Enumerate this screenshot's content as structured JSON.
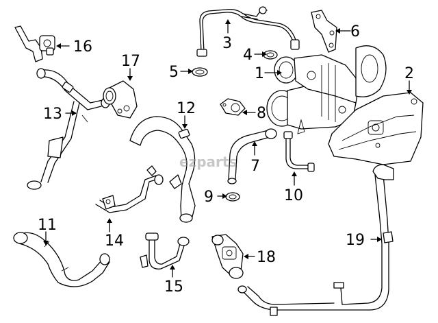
{
  "watermark": "ezparts",
  "callouts": [
    {
      "id": "1",
      "label": "1"
    },
    {
      "id": "2",
      "label": "2"
    },
    {
      "id": "3",
      "label": "3"
    },
    {
      "id": "4",
      "label": "4"
    },
    {
      "id": "5",
      "label": "5"
    },
    {
      "id": "6",
      "label": "6"
    },
    {
      "id": "7",
      "label": "7"
    },
    {
      "id": "8",
      "label": "8"
    },
    {
      "id": "9",
      "label": "9"
    },
    {
      "id": "10",
      "label": "10"
    },
    {
      "id": "11",
      "label": "11"
    },
    {
      "id": "12",
      "label": "12"
    },
    {
      "id": "13",
      "label": "13"
    },
    {
      "id": "14",
      "label": "14"
    },
    {
      "id": "15",
      "label": "15"
    },
    {
      "id": "16",
      "label": "16"
    },
    {
      "id": "17",
      "label": "17"
    },
    {
      "id": "18",
      "label": "18"
    },
    {
      "id": "19",
      "label": "19"
    }
  ]
}
